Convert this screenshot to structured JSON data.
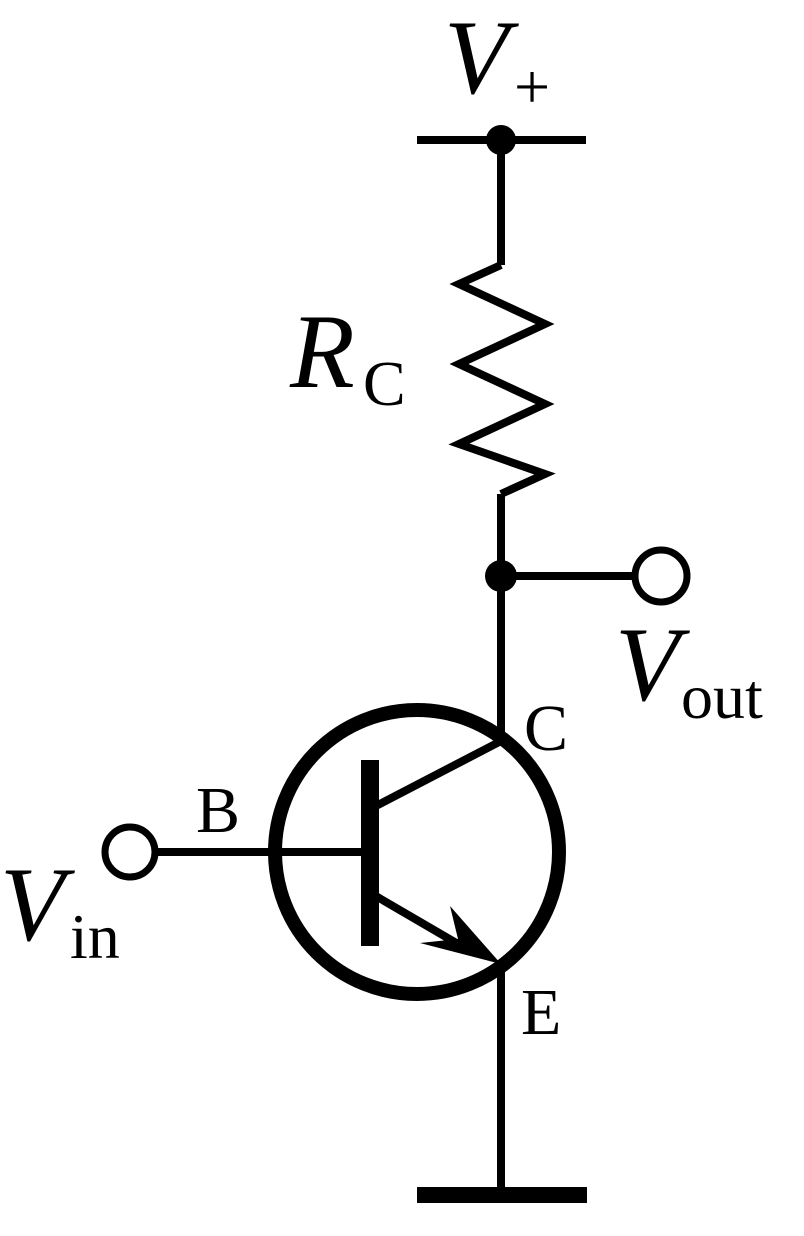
{
  "labels": {
    "supply": {
      "main": "V",
      "sub": "+"
    },
    "resistor": {
      "main": "R",
      "sub": "C"
    },
    "output": {
      "main": "V",
      "sub": "out"
    },
    "input": {
      "main": "V",
      "sub": "in"
    },
    "collector": "C",
    "base": "B",
    "emitter": "E"
  }
}
